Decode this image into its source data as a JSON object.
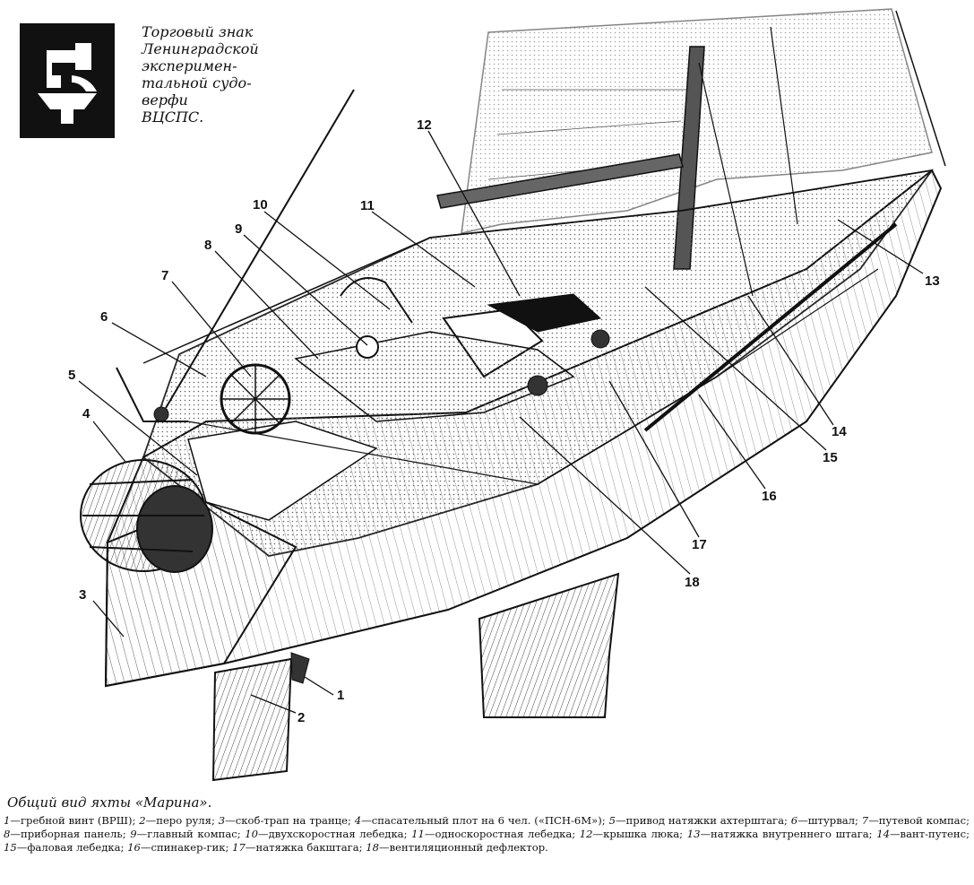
{
  "trademark": {
    "lines": [
      "Торговый знак",
      "Ленинградской",
      "эксперимен-",
      "тальной судо-",
      "верфи",
      "ВЦСПС."
    ]
  },
  "callouts": [
    "1",
    "2",
    "3",
    "4",
    "5",
    "6",
    "7",
    "8",
    "9",
    "10",
    "11",
    "12",
    "13",
    "14",
    "15",
    "16",
    "17",
    "18"
  ],
  "caption": {
    "title": "Общий вид яхты «Марина».",
    "items": [
      {
        "num": "1",
        "text": "—гребной винт (ВРШ); "
      },
      {
        "num": "2",
        "text": "—перо руля; "
      },
      {
        "num": "3",
        "text": "—скоб-трап на транце; "
      },
      {
        "num": "4",
        "text": "—спасательный плот на 6 чел. («ПСН-6М»); "
      },
      {
        "num": "5",
        "text": "—привод натяжки ахтерштага; "
      },
      {
        "num": "6",
        "text": "—штурвал; "
      },
      {
        "num": "7",
        "text": "—путевой компас; "
      },
      {
        "num": "8",
        "text": "—приборная панель; "
      },
      {
        "num": "9",
        "text": "—главный компас; "
      },
      {
        "num": "10",
        "text": "—двухскоростная лебедка; "
      },
      {
        "num": "11",
        "text": "—односкоростная лебедка; "
      },
      {
        "num": "12",
        "text": "—крышка люка; "
      },
      {
        "num": "13",
        "text": "—натяжка внутреннего штага; "
      },
      {
        "num": "14",
        "text": "—вант-путенс; "
      },
      {
        "num": "15",
        "text": "—фаловая лебедка; "
      },
      {
        "num": "16",
        "text": "—спинакер-гик; "
      },
      {
        "num": "17",
        "text": "—натяжка бакштага; "
      },
      {
        "num": "18",
        "text": "—вентиляционный дефлектор."
      }
    ]
  }
}
